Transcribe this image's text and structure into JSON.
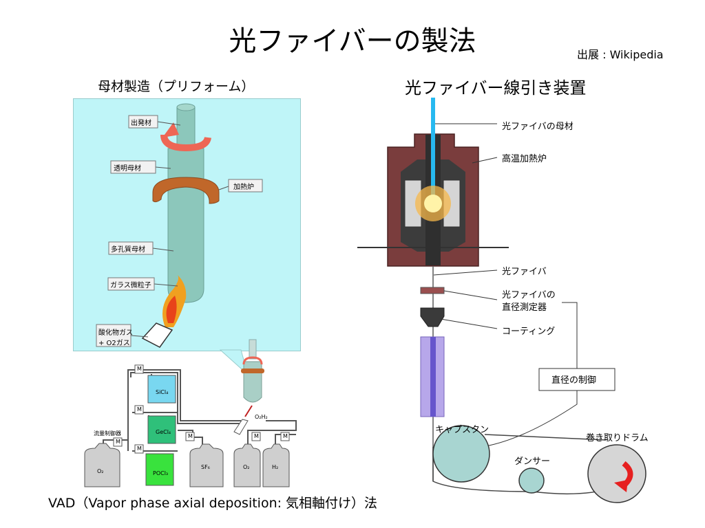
{
  "title": "光ファイバーの製法",
  "source": "出展 : Wikipedia",
  "left": {
    "heading": "母材製造（プリフォーム）",
    "labels": {
      "starting_rod": "出発材",
      "transparent_preform": "透明母材",
      "furnace": "加熱炉",
      "porous_preform": "多孔質母材",
      "glass_particles": "ガラス微粒子",
      "gas_line1": "酸化物ガス",
      "gas_line2": "+ O2ガス"
    },
    "apparatus": {
      "m": "M",
      "flow_controller": "流量制御器",
      "sicl4": "SiCl₄",
      "gecl4": "GeCl₄",
      "pocl3": "POCl₃",
      "o2": "O₂",
      "sf6": "SF₆",
      "h2": "H₂",
      "o2h2": "O₂H₂"
    },
    "caption": "VAD（Vapor phase axial deposition: 気相軸付け）法"
  },
  "right": {
    "heading": "光ファイバー線引き装置",
    "labels": {
      "preform": "光ファイバの母材",
      "furnace": "高温加熱炉",
      "fiber": "光ファイバ",
      "diameter_meter_1": "光ファイバの",
      "diameter_meter_2": "直径測定器",
      "coating": "コーティング",
      "diameter_control": "直径の制御",
      "capstan": "キャプスタン",
      "dancer": "ダンサー",
      "drum": "巻き取りドラム"
    }
  },
  "colors": {
    "panel_bg": "#bff5f8",
    "preform": "#8cc7bb",
    "arrow_red": "#ee6655",
    "furnace_brown": "#c0672a",
    "furnace_body": "#7a3d3d",
    "coating_purple": "#b7a7ea",
    "sicl4": "#79d7f0",
    "gecl4": "#2fc07a",
    "pocl3": "#39e23d",
    "roller": "#a8d5d1"
  }
}
